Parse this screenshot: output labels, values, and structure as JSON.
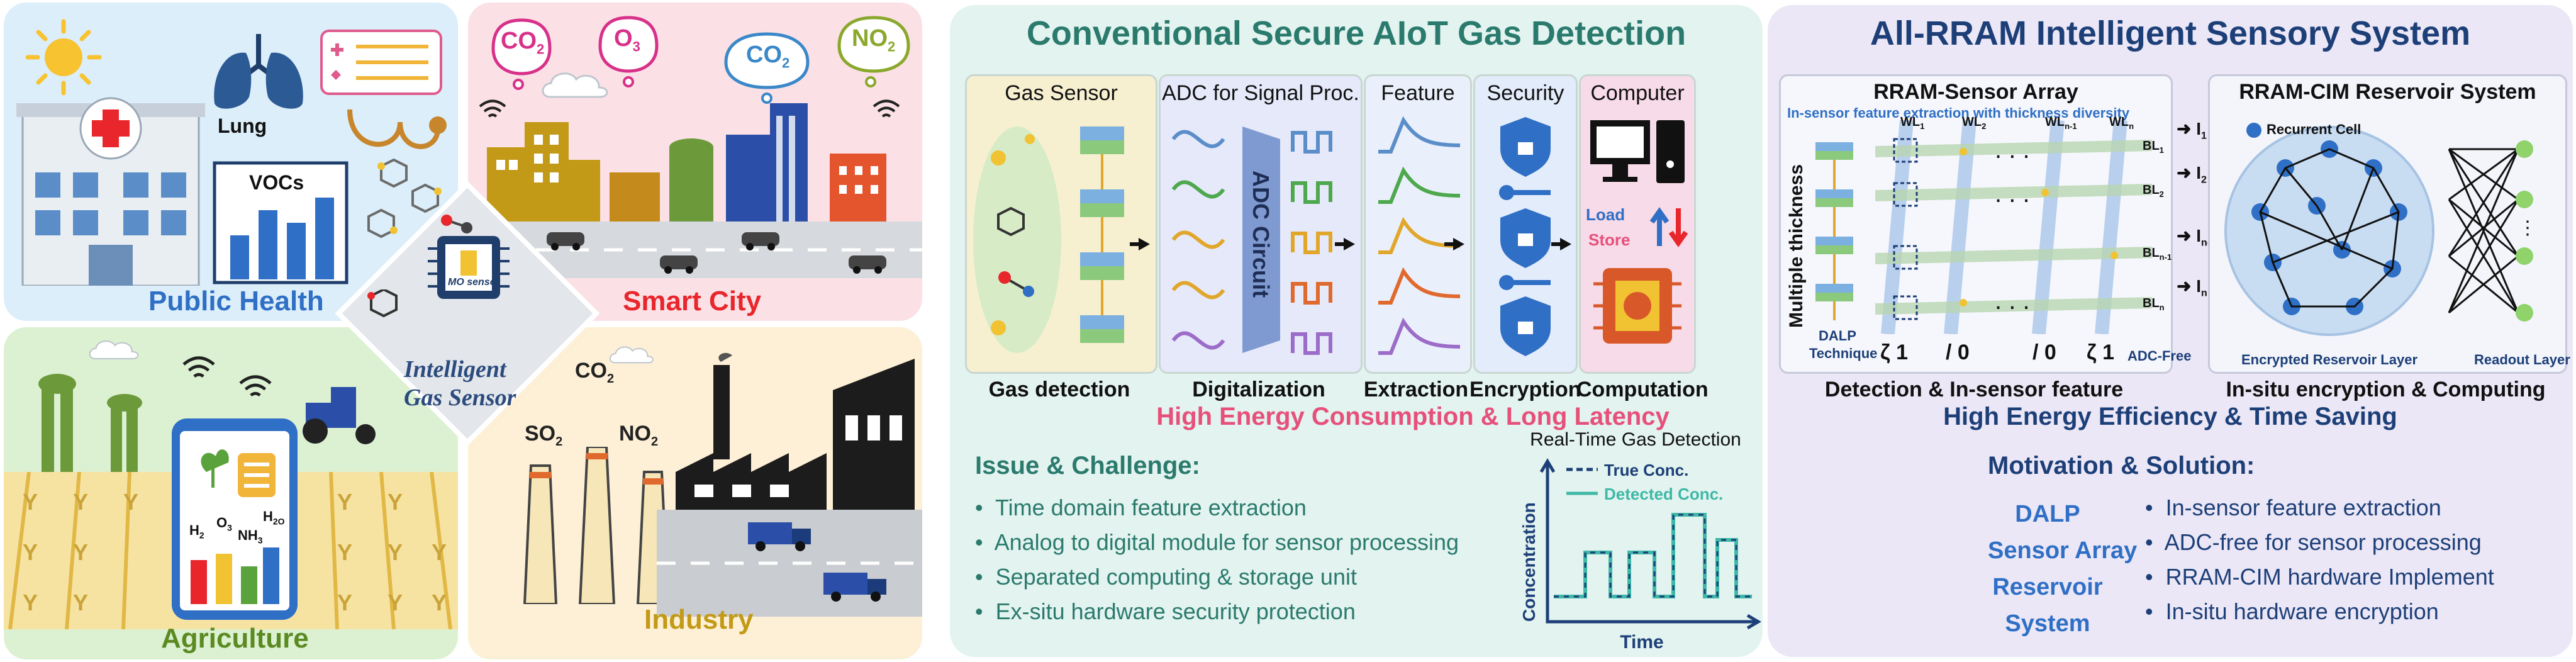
{
  "left_panel": {
    "quadrants": {
      "public_health": {
        "label": "Public Health",
        "lung_label": "Lung",
        "vocs_label": "VOCs"
      },
      "smart_city": {
        "label": "Smart City",
        "gas_bubbles": [
          "CO",
          "O",
          "CO",
          "NO"
        ],
        "gas_subscripts": [
          "2",
          "3",
          "2",
          "2"
        ]
      },
      "agriculture": {
        "label": "Agriculture",
        "phone_gases": [
          "H",
          "O",
          "NH",
          "H"
        ],
        "phone_subscripts": [
          "2",
          "3",
          "3",
          "2O"
        ]
      },
      "industry": {
        "label": "Industry",
        "gases": [
          "CO",
          "SO",
          "NO"
        ],
        "gas_subscripts": [
          "2",
          "2",
          "2"
        ]
      }
    },
    "center": {
      "chip_label": "MO sensor",
      "line1": "Intelligent",
      "line2": "Gas Sensor"
    }
  },
  "middle_panel": {
    "title": "Conventional Secure AIoT Gas Detection",
    "stages": [
      {
        "title": "Gas Sensor",
        "label": "Gas detection"
      },
      {
        "title": "ADC for Signal Proc.",
        "label": "Digitalization",
        "inner": "ADC Circuit"
      },
      {
        "title": "Feature",
        "label": "Extraction"
      },
      {
        "title": "Security",
        "label": "Encryption"
      },
      {
        "title": "Computer",
        "label": "Computation",
        "load": "Load",
        "store": "Store"
      }
    ],
    "banner": "High Energy Consumption & Long Latency",
    "issue_title": "Issue & Challenge:",
    "issues": [
      "Time domain feature extraction",
      "Analog to digital module for sensor processing",
      "Separated computing & storage unit",
      "Ex-situ hardware security protection"
    ],
    "plot": {
      "title": "Real-Time Gas Detection",
      "ylabel": "Concentration",
      "xlabel": "Time",
      "legend": [
        "True Conc.",
        "Detected Conc."
      ]
    }
  },
  "right_panel": {
    "title": "All-RRAM Intelligent Sensory System",
    "array": {
      "title": "RRAM-Sensor Array",
      "subtitle": "In-sensor feature extraction with thickness diversity",
      "side_label": "Multiple thickness",
      "dalp": "DALP",
      "technique": "Technique",
      "wl_labels": [
        "WL",
        "WL",
        "WL",
        "WL"
      ],
      "wl_subs": [
        "1",
        "2",
        "n-1",
        "n"
      ],
      "bl_labels": [
        "BL",
        "BL",
        "BL",
        "BL"
      ],
      "bl_subs": [
        "1",
        "2",
        "n-1",
        "n"
      ],
      "currents": [
        "I",
        "I",
        "I",
        "I"
      ],
      "current_subs": [
        "1",
        "2",
        "n-1",
        "n"
      ],
      "bottom_marks": [
        "1",
        "0",
        "0",
        "1"
      ],
      "adc_free": "ADC-Free",
      "label": "Detection & In-sensor feature"
    },
    "reservoir": {
      "title": "RRAM-CIM Reservoir System",
      "cell": "Recurrent Cell",
      "layer1": "Encrypted Reservoir Layer",
      "layer2": "Readout Layer",
      "label": "In-situ encryption & Computing"
    },
    "banner": "High Energy Efficiency & Time Saving",
    "motivation_title": "Motivation & Solution:",
    "dalp_block": [
      "DALP",
      "Sensor Array",
      "Reservoir",
      "System"
    ],
    "solutions": [
      "In-sensor feature extraction",
      "ADC-free for sensor processing",
      "RRAM-CIM hardware Implement",
      "In-situ hardware encryption"
    ]
  },
  "colors": {
    "public_health_bg": "#dbeefa",
    "smart_city_bg": "#fbe1e6",
    "agriculture_bg": "#dcf1d2",
    "industry_bg": "#fdf0d6",
    "middle_bg": "#e3f3ef",
    "right_bg": "#ebe7f6",
    "teal_title": "#2a7a6d",
    "navy_title": "#1d3f78",
    "pink_banner": "#e6507b",
    "blue_text": "#2f6fc5"
  }
}
